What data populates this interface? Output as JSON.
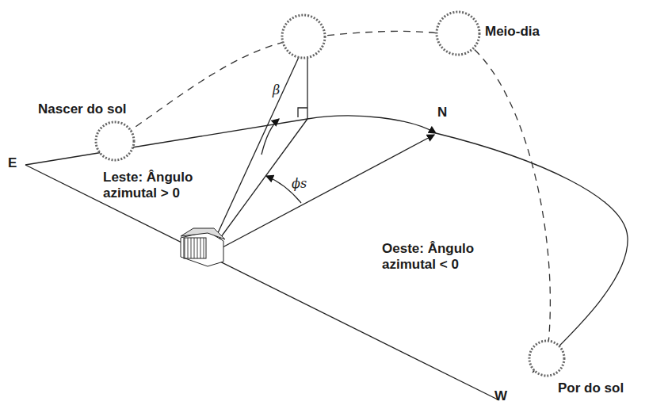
{
  "diagram": {
    "labels": [
      "Nascer do sol",
      "E",
      "Leste: Ângulo azimutal > 0",
      "β",
      "ϕs",
      "N",
      "Meio-dia",
      "Oeste: Ângulo azimutal < 0",
      "W",
      "Por do sol"
    ]
  }
}
